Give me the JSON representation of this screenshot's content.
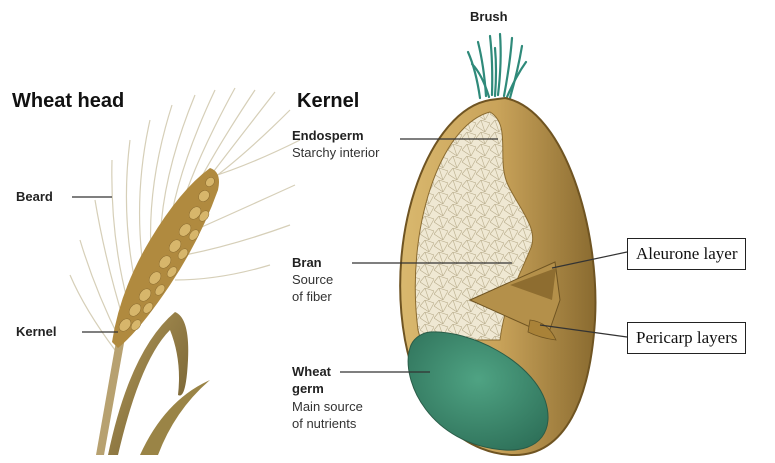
{
  "headings": {
    "wheat_head": "Wheat head",
    "kernel": "Kernel"
  },
  "labels": {
    "brush": "Brush",
    "beard": "Beard",
    "head_kernel": "Kernel",
    "endosperm": {
      "name": "Endosperm",
      "desc": "Starchy interior"
    },
    "bran": {
      "name": "Bran",
      "desc_line1": "Source",
      "desc_line2": "of fiber"
    },
    "germ": {
      "name_line1": "Wheat",
      "name_line2": "germ",
      "desc_line1": "Main source",
      "desc_line2": "of nutrients"
    },
    "aleurone": "Aleurone layer",
    "pericarp": "Pericarp layers"
  },
  "colors": {
    "husk": "#c9a35a",
    "husk_dark": "#8a6b30",
    "endosperm": "#ece4cf",
    "germ": "#3e8f72",
    "brush": "#2f8a7a",
    "awn": "#d6cfb8"
  }
}
